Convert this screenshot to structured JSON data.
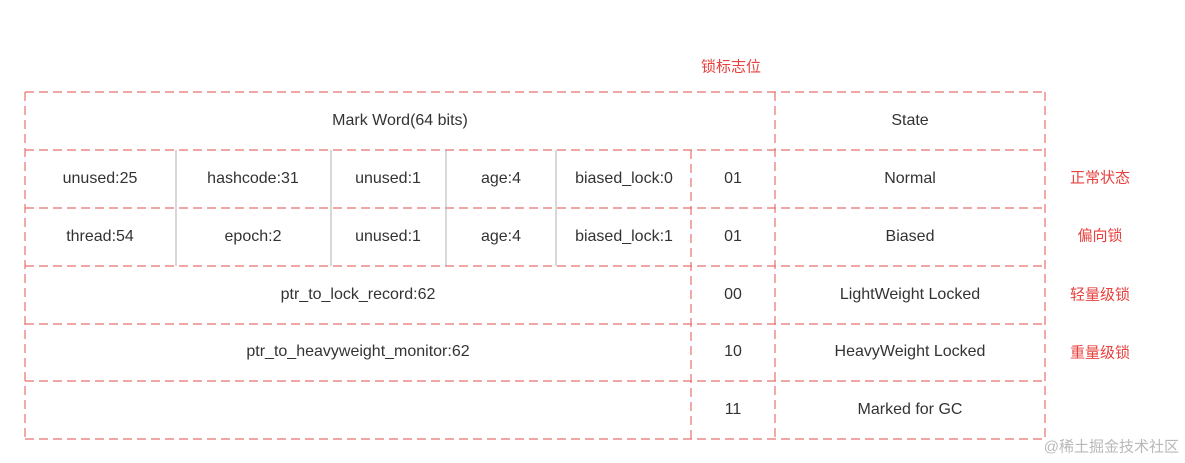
{
  "header_label": "锁标志位",
  "header": {
    "mark_word": "Mark Word(64 bits)",
    "state": "State"
  },
  "rows": [
    {
      "cells": [
        "unused:25",
        "hashcode:31",
        "unused:1",
        "age:4",
        "biased_lock:0"
      ],
      "flag": "01",
      "state": "Normal",
      "annotation": "正常状态"
    },
    {
      "cells": [
        "thread:54",
        "epoch:2",
        "unused:1",
        "age:4",
        "biased_lock:1"
      ],
      "flag": "01",
      "state": "Biased",
      "annotation": "偏向锁"
    },
    {
      "cells": [
        "ptr_to_lock_record:62"
      ],
      "flag": "00",
      "state": "LightWeight Locked",
      "annotation": "轻量级锁"
    },
    {
      "cells": [
        "ptr_to_heavyweight_monitor:62"
      ],
      "flag": "10",
      "state": "HeavyWeight Locked",
      "annotation": "重量级锁"
    },
    {
      "cells": [
        ""
      ],
      "flag": "11",
      "state": "Marked for GC",
      "annotation": ""
    }
  ],
  "watermark": "@稀土掘金技术社区",
  "colors": {
    "border": "#e8716e",
    "annotation": "#e8413e",
    "text": "#333333"
  }
}
